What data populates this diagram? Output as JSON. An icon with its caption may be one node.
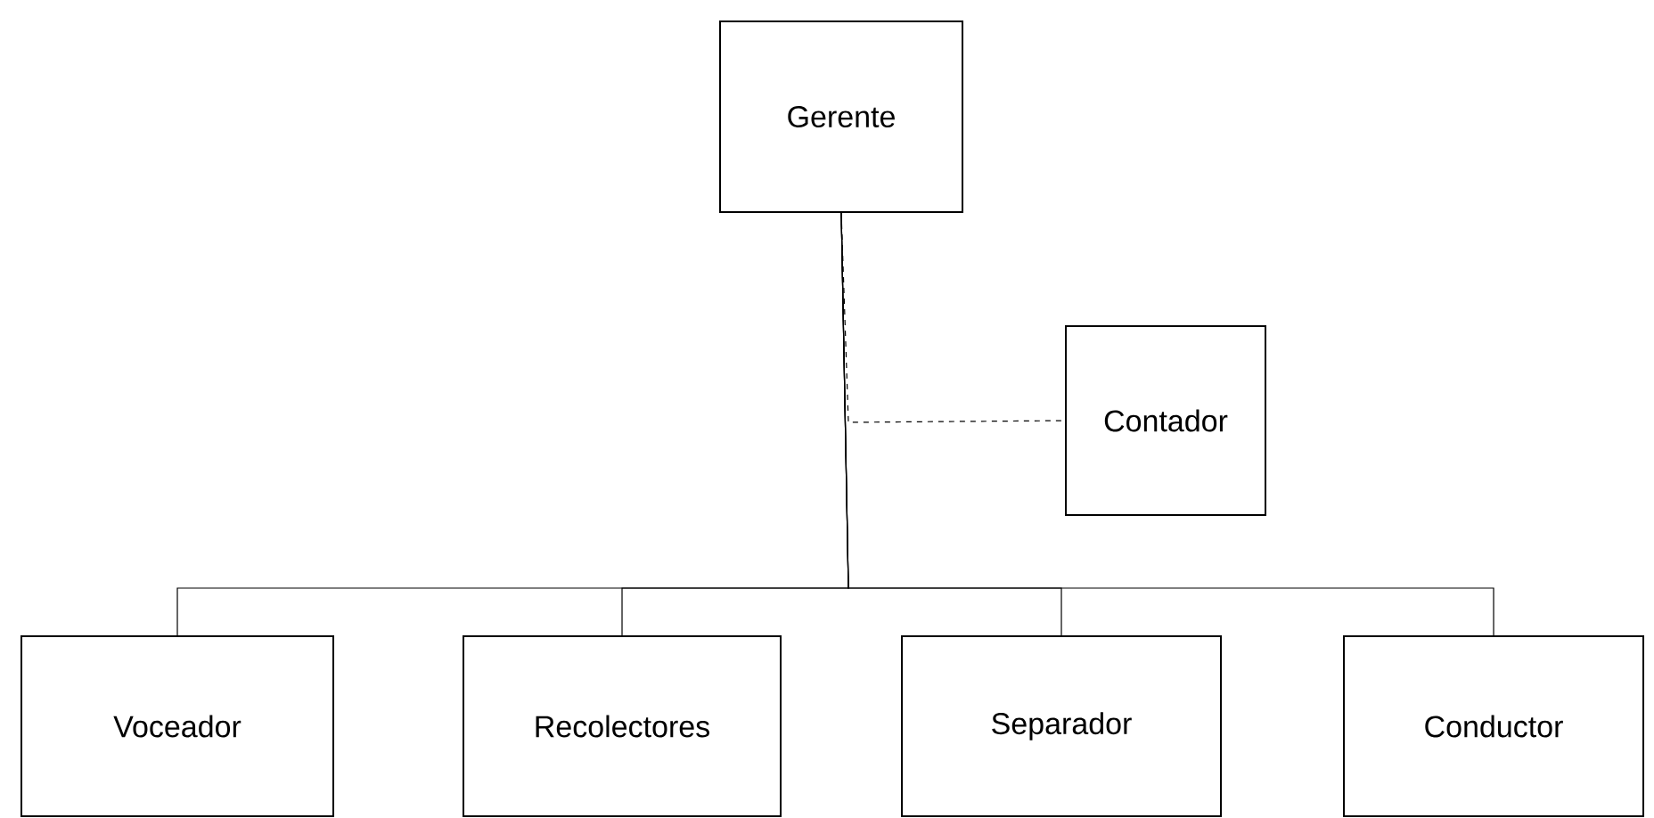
{
  "diagram": {
    "nodes": [
      {
        "text": [
          "Gerente"
        ]
      },
      {
        "text": [
          "Contador"
        ]
      },
      {
        "text": [
          "Voceador"
        ]
      },
      {
        "text": [
          "Recolectores"
        ]
      },
      {
        "text": [
          "Separador"
        ]
      },
      {
        "text": [
          "Conductor"
        ]
      }
    ],
    "edges": [
      {
        "from": 0,
        "to": 1,
        "arrow": "none",
        "style": "dashed"
      },
      {
        "from": 0,
        "to": 2,
        "arrow": "none"
      },
      {
        "from": 0,
        "to": 3,
        "arrow": "none"
      },
      {
        "from": 0,
        "to": 4,
        "arrow": "none"
      },
      {
        "from": 0,
        "to": 5,
        "arrow": "none"
      }
    ]
  }
}
